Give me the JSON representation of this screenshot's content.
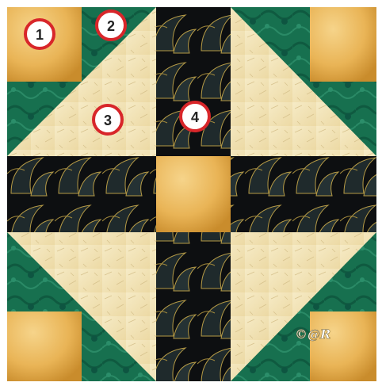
{
  "block": {
    "badges": [
      {
        "label": "1",
        "role": "corner-square"
      },
      {
        "label": "2",
        "role": "green-background-triangle"
      },
      {
        "label": "3",
        "role": "cream-triangle"
      },
      {
        "label": "4",
        "role": "black-rectangle-strip"
      }
    ],
    "signature": "©@R"
  },
  "colors": {
    "gold": "#e9b456",
    "gold_dark": "#c98c2c",
    "cream": "#f3e4b6",
    "green": "#1d7a5f",
    "green_dark": "#0e5541",
    "black_fabric": "#101214",
    "badge_ring": "#d8262a",
    "frame": "#ffffff"
  },
  "icons": [
    "numbered-badge",
    "copyright-signature"
  ]
}
